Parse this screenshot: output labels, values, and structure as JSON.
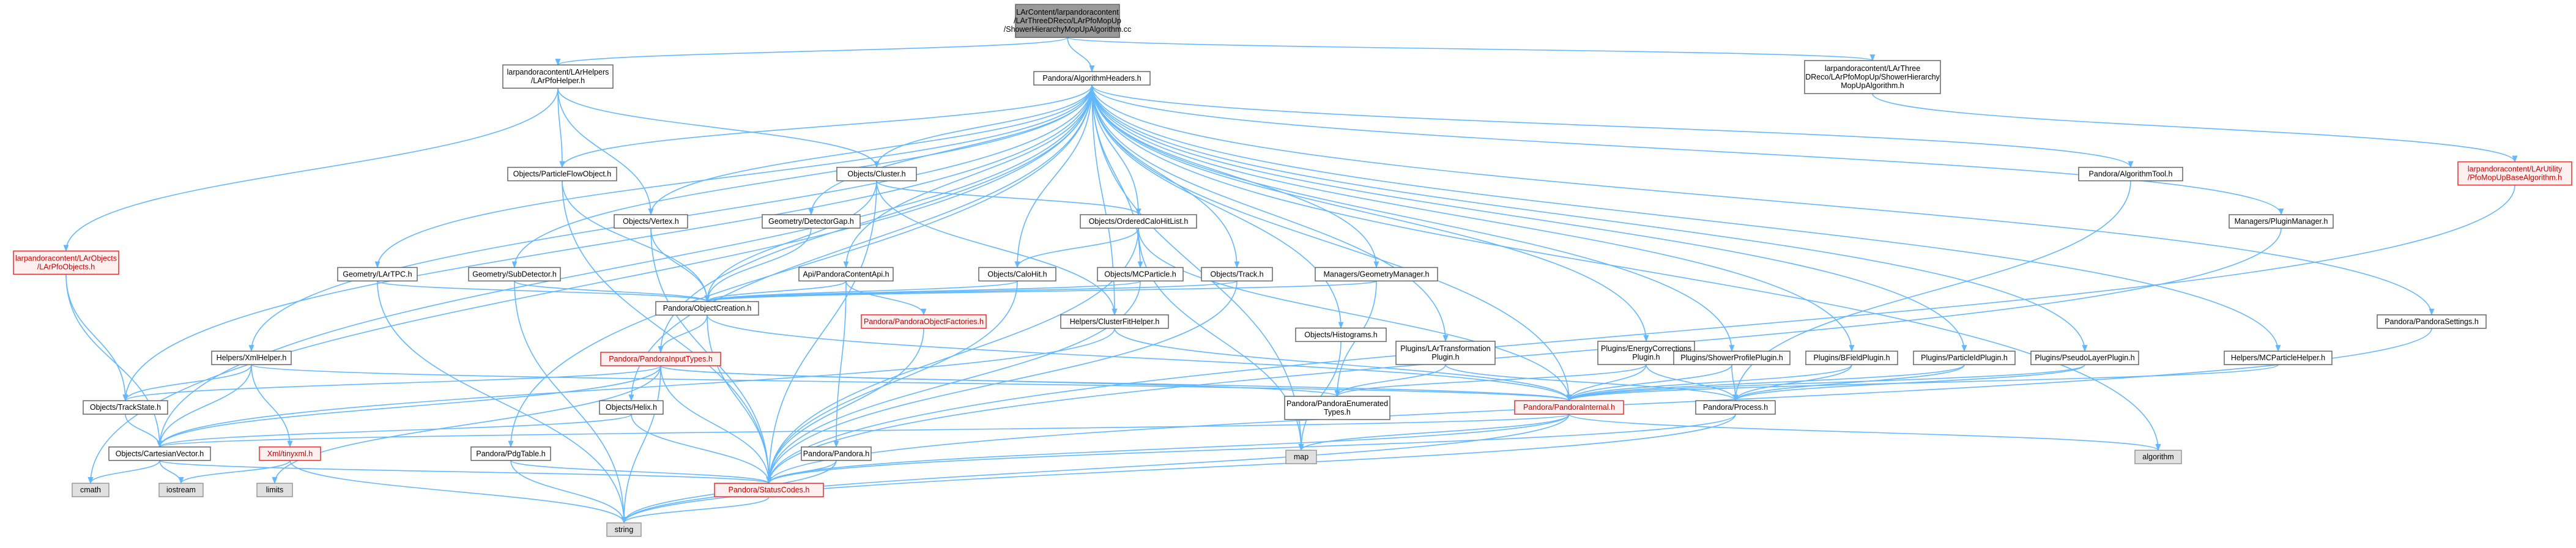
{
  "diagram": {
    "kind": "include dependency graph",
    "colors": {
      "edge": "#63b8ff",
      "root_fill": "#999999",
      "normal_fill": "#ffffff",
      "normal_border": "#666666",
      "highlight_fill": "#fff0f0",
      "highlight_border": "#dd3333",
      "highlight_text": "#cc0000",
      "external_fill": "#e0e0e0",
      "external_border": "#999999"
    },
    "nodes": [
      {
        "id": "root",
        "lines": [
          "LArContent/larpandoracontent",
          "/LArThreeDReco/LArPfoMopUp",
          "/ShowerHierarchyMopUpAlgorithm.cc"
        ],
        "style": "root"
      },
      {
        "id": "pfohelper",
        "lines": [
          "larpandoracontent/LArHelpers",
          "/LArPfoHelper.h"
        ],
        "style": "normal"
      },
      {
        "id": "alghdrs",
        "lines": [
          "Pandora/AlgorithmHeaders.h"
        ],
        "style": "normal"
      },
      {
        "id": "showeralg",
        "lines": [
          "larpandoracontent/LArThree",
          "DReco/LArPfoMopUp/ShowerHierarchy",
          "MopUpAlgorithm.h"
        ],
        "style": "normal"
      },
      {
        "id": "pfomopupbase",
        "lines": [
          "larpandoracontent/LArUtility",
          "/PfoMopUpBaseAlgorithm.h"
        ],
        "style": "highlight"
      },
      {
        "id": "pfoobjects",
        "lines": [
          "larpandoracontent/LArObjects",
          "/LArPfoObjects.h"
        ],
        "style": "highlight"
      },
      {
        "id": "pfo",
        "lines": [
          "Objects/ParticleFlowObject.h"
        ],
        "style": "normal"
      },
      {
        "id": "cluster",
        "lines": [
          "Objects/Cluster.h"
        ],
        "style": "normal"
      },
      {
        "id": "vertex",
        "lines": [
          "Objects/Vertex.h"
        ],
        "style": "normal"
      },
      {
        "id": "geomgap",
        "lines": [
          "Geometry/DetectorGap.h"
        ],
        "style": "normal"
      },
      {
        "id": "orderedcalo",
        "lines": [
          "Objects/OrderedCaloHitList.h"
        ],
        "style": "normal"
      },
      {
        "id": "algtool",
        "lines": [
          "Pandora/AlgorithmTool.h"
        ],
        "style": "normal"
      },
      {
        "id": "pluginmgr",
        "lines": [
          "Managers/PluginManager.h"
        ],
        "style": "normal"
      },
      {
        "id": "lartpc",
        "lines": [
          "Geometry/LArTPC.h"
        ],
        "style": "normal"
      },
      {
        "id": "subdet",
        "lines": [
          "Geometry/SubDetector.h"
        ],
        "style": "normal"
      },
      {
        "id": "pandoraapi",
        "lines": [
          "Api/PandoraContentApi.h"
        ],
        "style": "normal"
      },
      {
        "id": "calohit",
        "lines": [
          "Objects/CaloHit.h"
        ],
        "style": "normal"
      },
      {
        "id": "mcparticle",
        "lines": [
          "Objects/MCParticle.h"
        ],
        "style": "normal"
      },
      {
        "id": "track",
        "lines": [
          "Objects/Track.h"
        ],
        "style": "normal"
      },
      {
        "id": "geommgr",
        "lines": [
          "Managers/GeometryManager.h"
        ],
        "style": "normal"
      },
      {
        "id": "objcreation",
        "lines": [
          "Pandora/ObjectCreation.h"
        ],
        "style": "normal"
      },
      {
        "id": "objfactories",
        "lines": [
          "Pandora/PandoraObjectFactories.h"
        ],
        "style": "highlight"
      },
      {
        "id": "clusterfit",
        "lines": [
          "Helpers/ClusterFitHelper.h"
        ],
        "style": "normal"
      },
      {
        "id": "histograms",
        "lines": [
          "Objects/Histograms.h"
        ],
        "style": "normal"
      },
      {
        "id": "settings",
        "lines": [
          "Pandora/PandoraSettings.h"
        ],
        "style": "normal"
      },
      {
        "id": "xmlhelper",
        "lines": [
          "Helpers/XmlHelper.h"
        ],
        "style": "normal"
      },
      {
        "id": "inputtypes",
        "lines": [
          "Pandora/PandoraInputTypes.h"
        ],
        "style": "highlight"
      },
      {
        "id": "lartransform",
        "lines": [
          "Plugins/LArTransformation",
          "Plugin.h"
        ],
        "style": "normal"
      },
      {
        "id": "energycorr",
        "lines": [
          "Plugins/EnergyCorrections",
          "Plugin.h"
        ],
        "style": "normal"
      },
      {
        "id": "showerprofile",
        "lines": [
          "Plugins/ShowerProfilePlugin.h"
        ],
        "style": "normal"
      },
      {
        "id": "bfield",
        "lines": [
          "Plugins/BFieldPlugin.h"
        ],
        "style": "normal"
      },
      {
        "id": "particleid",
        "lines": [
          "Plugins/ParticleIdPlugin.h"
        ],
        "style": "normal"
      },
      {
        "id": "pseudolayer",
        "lines": [
          "Plugins/PseudoLayerPlugin.h"
        ],
        "style": "normal"
      },
      {
        "id": "mcparthelper",
        "lines": [
          "Helpers/MCParticleHelper.h"
        ],
        "style": "normal"
      },
      {
        "id": "trackstate",
        "lines": [
          "Objects/TrackState.h"
        ],
        "style": "normal"
      },
      {
        "id": "helix",
        "lines": [
          "Objects/Helix.h"
        ],
        "style": "normal"
      },
      {
        "id": "enumtypes",
        "lines": [
          "Pandora/PandoraEnumerated",
          "Types.h"
        ],
        "style": "normal"
      },
      {
        "id": "pandorainternal",
        "lines": [
          "Pandora/PandoraInternal.h"
        ],
        "style": "highlight"
      },
      {
        "id": "process",
        "lines": [
          "Pandora/Process.h"
        ],
        "style": "normal"
      },
      {
        "id": "cartesian",
        "lines": [
          "Objects/CartesianVector.h"
        ],
        "style": "normal"
      },
      {
        "id": "tinyxml",
        "lines": [
          "Xml/tinyxml.h"
        ],
        "style": "highlight"
      },
      {
        "id": "pdgtable",
        "lines": [
          "Pandora/PdgTable.h"
        ],
        "style": "normal"
      },
      {
        "id": "pandora",
        "lines": [
          "Pandora/Pandora.h"
        ],
        "style": "normal"
      },
      {
        "id": "map",
        "lines": [
          "map"
        ],
        "style": "external"
      },
      {
        "id": "algorithm",
        "lines": [
          "algorithm"
        ],
        "style": "external"
      },
      {
        "id": "cmath",
        "lines": [
          "cmath"
        ],
        "style": "external"
      },
      {
        "id": "iostream",
        "lines": [
          "iostream"
        ],
        "style": "external"
      },
      {
        "id": "limits",
        "lines": [
          "limits"
        ],
        "style": "external"
      },
      {
        "id": "statuscodes",
        "lines": [
          "Pandora/StatusCodes.h"
        ],
        "style": "highlight"
      },
      {
        "id": "string",
        "lines": [
          "string"
        ],
        "style": "external"
      }
    ],
    "edges": [
      [
        "root",
        "pfohelper"
      ],
      [
        "root",
        "alghdrs"
      ],
      [
        "root",
        "showeralg"
      ],
      [
        "pfohelper",
        "pfoobjects"
      ],
      [
        "pfohelper",
        "pfo"
      ],
      [
        "pfohelper",
        "cluster"
      ],
      [
        "pfohelper",
        "vertex"
      ],
      [
        "showeralg",
        "pfomopupbase"
      ],
      [
        "pfomopupbase",
        "statuscodes"
      ],
      [
        "alghdrs",
        "pfo"
      ],
      [
        "alghdrs",
        "cluster"
      ],
      [
        "alghdrs",
        "vertex"
      ],
      [
        "alghdrs",
        "geomgap"
      ],
      [
        "alghdrs",
        "orderedcalo"
      ],
      [
        "alghdrs",
        "algtool"
      ],
      [
        "alghdrs",
        "pluginmgr"
      ],
      [
        "alghdrs",
        "lartpc"
      ],
      [
        "alghdrs",
        "subdet"
      ],
      [
        "alghdrs",
        "pandoraapi"
      ],
      [
        "alghdrs",
        "calohit"
      ],
      [
        "alghdrs",
        "mcparticle"
      ],
      [
        "alghdrs",
        "track"
      ],
      [
        "alghdrs",
        "geommgr"
      ],
      [
        "alghdrs",
        "clusterfit"
      ],
      [
        "alghdrs",
        "histograms"
      ],
      [
        "alghdrs",
        "settings"
      ],
      [
        "alghdrs",
        "xmlhelper"
      ],
      [
        "alghdrs",
        "inputtypes"
      ],
      [
        "alghdrs",
        "lartransform"
      ],
      [
        "alghdrs",
        "energycorr"
      ],
      [
        "alghdrs",
        "showerprofile"
      ],
      [
        "alghdrs",
        "bfield"
      ],
      [
        "alghdrs",
        "particleid"
      ],
      [
        "alghdrs",
        "pseudolayer"
      ],
      [
        "alghdrs",
        "mcparthelper"
      ],
      [
        "alghdrs",
        "trackstate"
      ],
      [
        "alghdrs",
        "helix"
      ],
      [
        "alghdrs",
        "pandorainternal"
      ],
      [
        "alghdrs",
        "cartesian"
      ],
      [
        "alghdrs",
        "pdgtable"
      ],
      [
        "alghdrs",
        "algorithm"
      ],
      [
        "alghdrs",
        "cmath"
      ],
      [
        "alghdrs",
        "map"
      ],
      [
        "pfoobjects",
        "trackstate"
      ],
      [
        "pfoobjects",
        "cartesian"
      ],
      [
        "pfo",
        "objcreation"
      ],
      [
        "pfo",
        "statuscodes"
      ],
      [
        "cluster",
        "objcreation"
      ],
      [
        "cluster",
        "orderedcalo"
      ],
      [
        "cluster",
        "clusterfit"
      ],
      [
        "cluster",
        "statuscodes"
      ],
      [
        "vertex",
        "objcreation"
      ],
      [
        "vertex",
        "statuscodes"
      ],
      [
        "geomgap",
        "objcreation"
      ],
      [
        "orderedcalo",
        "calohit"
      ],
      [
        "orderedcalo",
        "map"
      ],
      [
        "orderedcalo",
        "statuscodes"
      ],
      [
        "orderedcalo",
        "pandorainternal"
      ],
      [
        "lartpc",
        "objcreation"
      ],
      [
        "lartpc",
        "string"
      ],
      [
        "subdet",
        "objcreation"
      ],
      [
        "subdet",
        "string"
      ],
      [
        "pandoraapi",
        "objcreation"
      ],
      [
        "pandoraapi",
        "objfactories"
      ],
      [
        "pandoraapi",
        "pandora"
      ],
      [
        "calohit",
        "objcreation"
      ],
      [
        "calohit",
        "statuscodes"
      ],
      [
        "mcparticle",
        "objcreation"
      ],
      [
        "mcparticle",
        "statuscodes"
      ],
      [
        "track",
        "objcreation"
      ],
      [
        "track",
        "statuscodes"
      ],
      [
        "geommgr",
        "objcreation"
      ],
      [
        "geommgr",
        "enumtypes"
      ],
      [
        "objcreation",
        "inputtypes"
      ],
      [
        "objcreation",
        "pandorainternal"
      ],
      [
        "objcreation",
        "statuscodes"
      ],
      [
        "objfactories",
        "statuscodes"
      ],
      [
        "clusterfit",
        "pandorainternal"
      ],
      [
        "clusterfit",
        "cartesian"
      ],
      [
        "histograms",
        "map"
      ],
      [
        "settings",
        "statuscodes"
      ],
      [
        "xmlhelper",
        "trackstate"
      ],
      [
        "xmlhelper",
        "cartesian"
      ],
      [
        "xmlhelper",
        "tinyxml"
      ],
      [
        "xmlhelper",
        "pandorainternal"
      ],
      [
        "inputtypes",
        "trackstate"
      ],
      [
        "inputtypes",
        "cartesian"
      ],
      [
        "inputtypes",
        "enumtypes"
      ],
      [
        "inputtypes",
        "pandorainternal"
      ],
      [
        "inputtypes",
        "statuscodes"
      ],
      [
        "inputtypes",
        "string"
      ],
      [
        "inputtypes",
        "limits"
      ],
      [
        "lartransform",
        "enumtypes"
      ],
      [
        "lartransform",
        "process"
      ],
      [
        "energycorr",
        "enumtypes"
      ],
      [
        "energycorr",
        "process"
      ],
      [
        "energycorr",
        "pandorainternal"
      ],
      [
        "showerprofile",
        "process"
      ],
      [
        "showerprofile",
        "pandorainternal"
      ],
      [
        "bfield",
        "process"
      ],
      [
        "bfield",
        "pandorainternal"
      ],
      [
        "particleid",
        "process"
      ],
      [
        "particleid",
        "pandorainternal"
      ],
      [
        "pseudolayer",
        "process"
      ],
      [
        "pseudolayer",
        "pandorainternal"
      ],
      [
        "mcparthelper",
        "pandorainternal"
      ],
      [
        "algtool",
        "process"
      ],
      [
        "pluginmgr",
        "statuscodes"
      ],
      [
        "trackstate",
        "cartesian"
      ],
      [
        "helix",
        "cartesian"
      ],
      [
        "helix",
        "statuscodes"
      ],
      [
        "pandorainternal",
        "cartesian"
      ],
      [
        "pandorainternal",
        "map"
      ],
      [
        "pandorainternal",
        "algorithm"
      ],
      [
        "pandorainternal",
        "statuscodes"
      ],
      [
        "pandorainternal",
        "string"
      ],
      [
        "process",
        "statuscodes"
      ],
      [
        "process",
        "string"
      ],
      [
        "cartesian",
        "cmath"
      ],
      [
        "cartesian",
        "iostream"
      ],
      [
        "cartesian",
        "statuscodes"
      ],
      [
        "tinyxml",
        "iostream"
      ],
      [
        "tinyxml",
        "string"
      ],
      [
        "pdgtable",
        "statuscodes"
      ],
      [
        "pdgtable",
        "string"
      ],
      [
        "pandora",
        "statuscodes"
      ],
      [
        "pandora",
        "string"
      ],
      [
        "statuscodes",
        "string"
      ]
    ]
  }
}
